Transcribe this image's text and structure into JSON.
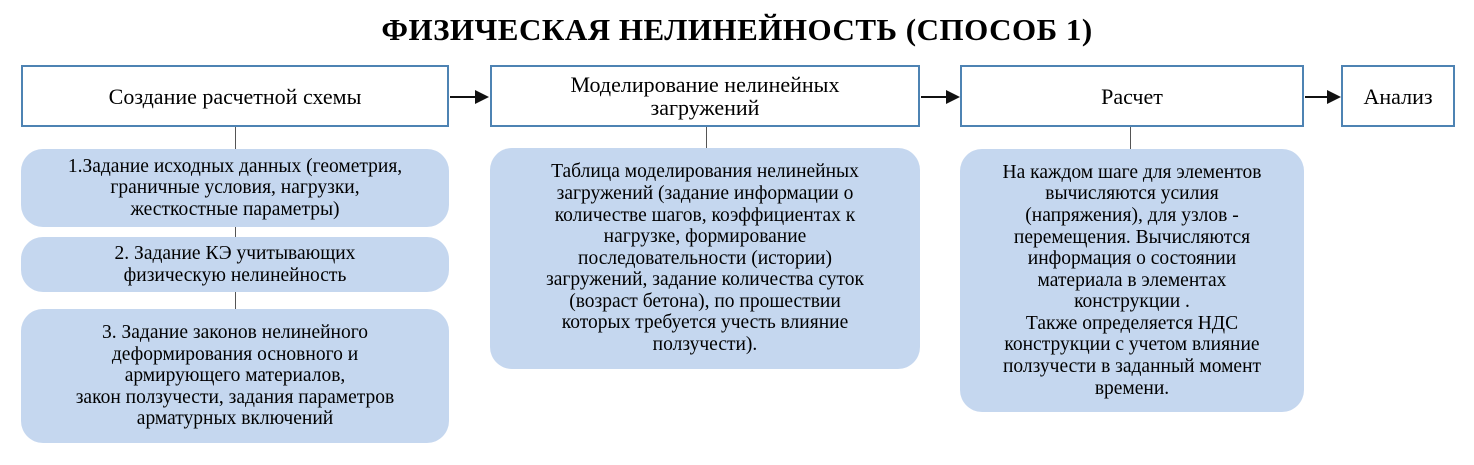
{
  "title": "ФИЗИЧЕСКАЯ НЕЛИНЕЙНОСТЬ (СПОСОБ 1)",
  "steps": [
    {
      "label": "Создание расчетной схемы"
    },
    {
      "label": "Моделирование нелинейных\nзагружений"
    },
    {
      "label": "Расчет"
    },
    {
      "label": "Анализ"
    }
  ],
  "notes": {
    "step1": [
      "1.Задание исходных данных (геометрия,\nграничные условия, нагрузки,\nжесткостные параметры)",
      "2. Задание КЭ учитывающих\nфизическую нелинейность",
      "3. Задание законов нелинейного\nдеформирования основного и\nармирующего материалов,\nзакон ползучести, задания параметров\nарматурных включений"
    ],
    "step2": "Таблица моделирования нелинейных\nзагружений (задание информации о\nколичестве шагов, коэффициентах к\nнагрузке,  формирование\nпоследовательности (истории)\nзагружений, задание количества суток\n(возраст бетона), по прошествии\nкоторых требуется учесть влияние\nползучести).",
    "step3": "На каждом шаге для элементов\nвычисляются усилия\n(напряжения), для узлов -\nперемещения. Вычисляются\nинформация о состоянии\nматериала в элементах\nконструкции .\nТакже определяется НДС\nконструкции с учетом влияние\nползучести в заданный момент\nвремени."
  },
  "colors": {
    "box_border": "#4e83b3",
    "note_fill": "#c5d7ef",
    "arrow": "#111111"
  }
}
